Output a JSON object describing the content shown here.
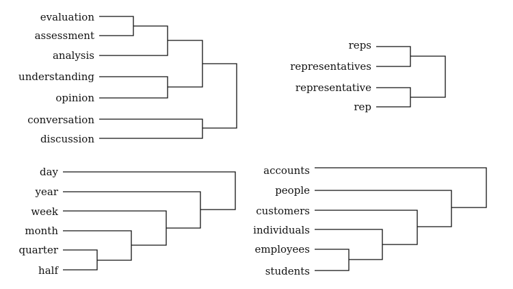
{
  "dendrograms": [
    {
      "id": "evaluation-cluster",
      "leaves": [
        "evaluation",
        "assessment",
        "analysis",
        "understanding",
        "opinion",
        "conversation",
        "discussion"
      ]
    },
    {
      "id": "representative-cluster",
      "leaves": [
        "reps",
        "representatives",
        "representative",
        "rep"
      ]
    },
    {
      "id": "time-cluster",
      "leaves": [
        "day",
        "year",
        "week",
        "month",
        "quarter",
        "half"
      ]
    },
    {
      "id": "people-cluster",
      "leaves": [
        "accounts",
        "people",
        "customers",
        "individuals",
        "employees",
        "students"
      ]
    }
  ]
}
